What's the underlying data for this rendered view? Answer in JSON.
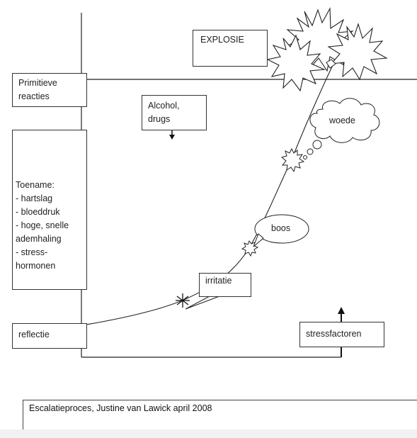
{
  "labels": {
    "explosie": "EXPLOSIE",
    "primitieve": "Primitieve\nreacties",
    "alcohol": "Alcohol,\ndrugs",
    "toename_title": "Toename:",
    "toename_items": [
      "- hartslag",
      "- bloeddruk",
      "- hoge, snelle",
      "  ademhaling",
      "- stress-",
      "  hormonen"
    ],
    "woede": "woede",
    "boos": "boos",
    "irritatie": "irritatie",
    "reflectie": "reflectie",
    "stressfactoren": "stressfactoren"
  },
  "footer": {
    "caption": "Escalatieproces, Justine van Lawick april 2008"
  },
  "colors": {
    "line": "#222222",
    "background": "#ffffff",
    "box_border": "#333333"
  }
}
